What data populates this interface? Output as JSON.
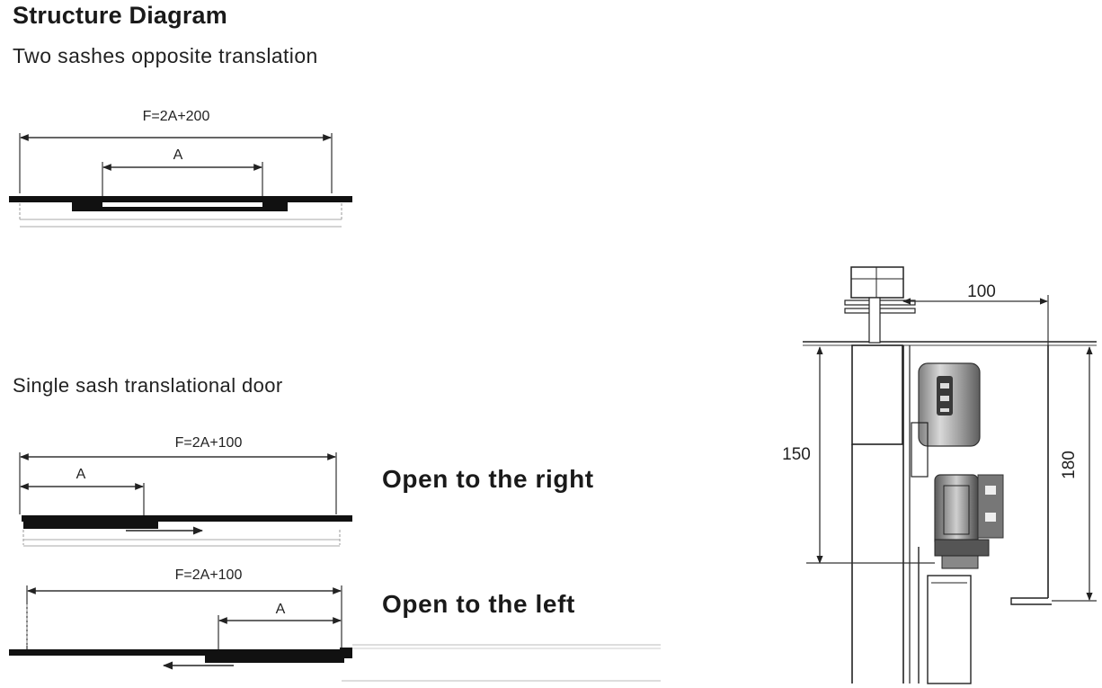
{
  "header": {
    "title": "Structure Diagram",
    "subtitle": "Two sashes opposite translation"
  },
  "double_sash": {
    "total_formula": "F=2A+200",
    "opening_label": "A"
  },
  "single_sash": {
    "heading": "Single sash translational door",
    "open_right": {
      "formula": "F=2A+100",
      "opening_label": "A",
      "label": "Open to the right"
    },
    "open_left": {
      "formula": "F=2A+100",
      "opening_label": "A",
      "label": "Open to the left"
    }
  },
  "section_view": {
    "width_dim": "100",
    "left_height_dim": "150",
    "right_height_dim": "180"
  }
}
